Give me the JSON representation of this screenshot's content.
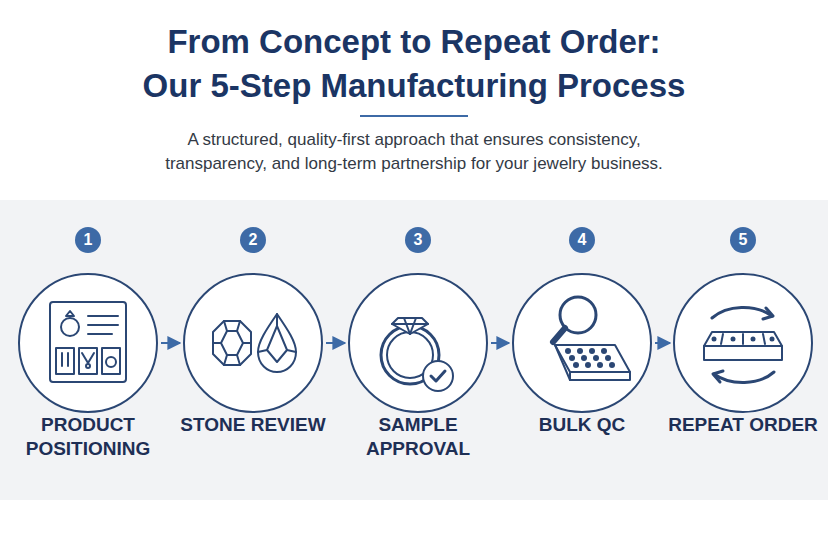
{
  "diagram": {
    "title": "From Concept to Repeat Order: Our 5-Step Manufacturing Process",
    "caption": "A structured, quality-first approach that ensures consistency, transparency, and long-term partnership for your jewelry business.",
    "nodes": [
      {
        "text": [
          "1",
          "PRODUCT POSITIONING"
        ]
      },
      {
        "text": [
          "2",
          "STONE REVIEW"
        ]
      },
      {
        "text": [
          "3",
          "SAMPLE APPROVAL"
        ]
      },
      {
        "text": [
          "4",
          "BULK QC"
        ]
      },
      {
        "text": [
          "5",
          "REPEAT ORDER"
        ]
      }
    ],
    "edges": [
      {
        "from": 0,
        "to": 1,
        "arrow": "to"
      },
      {
        "from": 1,
        "to": 2,
        "arrow": "to"
      },
      {
        "from": 2,
        "to": 3,
        "arrow": "to"
      },
      {
        "from": 3,
        "to": 4,
        "arrow": "to"
      }
    ]
  }
}
